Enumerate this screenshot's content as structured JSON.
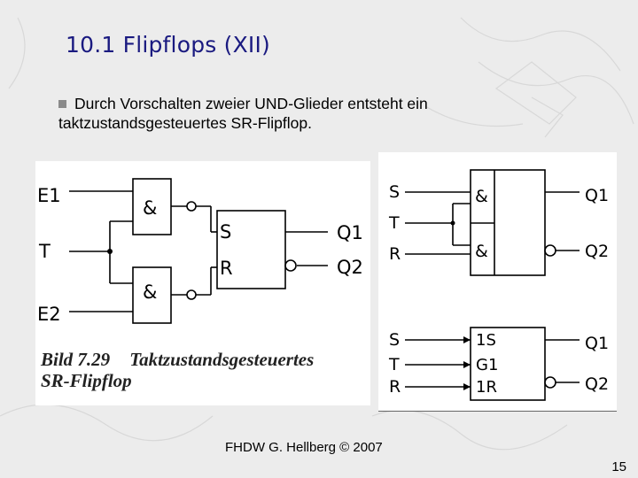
{
  "slide": {
    "title": "10.1 Flipflops (XII)",
    "bullet": "Durch Vorschalten zweier UND-Glieder entsteht ein taktzustandsgesteuertes SR-Flipflop.",
    "footer": "FHDW G. Hellberg © 2007",
    "page_number": "15"
  },
  "figure_left": {
    "input_e1": "E1",
    "input_t": "T",
    "input_e2": "E2",
    "and_gate_symbol": "&",
    "ff_input_s": "S",
    "ff_input_r": "R",
    "output_q1": "Q1",
    "output_q2": "Q2",
    "caption_number": "Bild 7.29",
    "caption_title": "Taktzustandsgesteuertes",
    "caption_line2": "SR-Flipflop"
  },
  "figure_right_top": {
    "input_s": "S",
    "input_t": "T",
    "input_r": "R",
    "and_gate_symbol": "&",
    "output_q1": "Q1",
    "output_q2": "Q2"
  },
  "figure_right_bottom": {
    "input_s": "S",
    "input_t": "T",
    "input_r": "R",
    "pin_1s": "1S",
    "pin_g1": "G1",
    "pin_1r": "1R",
    "output_q1": "Q1",
    "output_q2": "Q2"
  }
}
